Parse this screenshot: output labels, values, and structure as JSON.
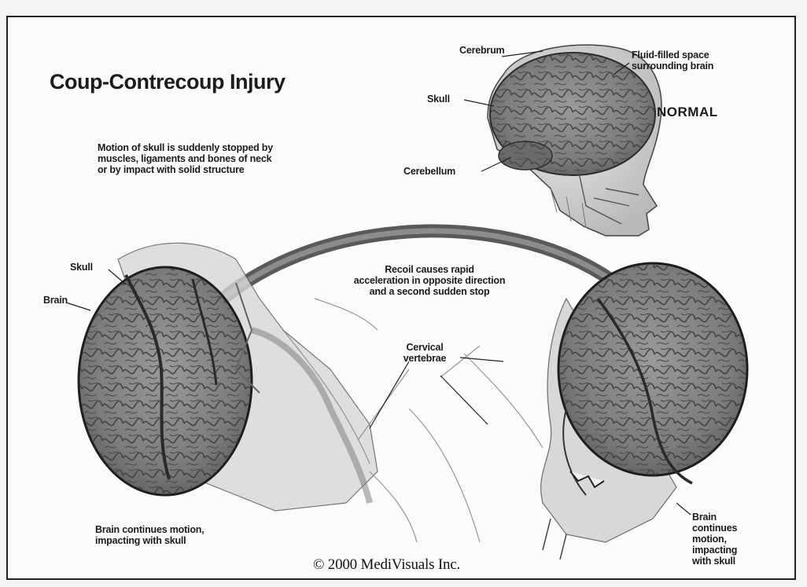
{
  "title": "Coup-Contrecoup Injury",
  "normal_label": "NORMAL",
  "normal_head": {
    "cerebrum": "Cerebrum",
    "skull": "Skull",
    "cerebellum": "Cerebellum",
    "fluid_space": [
      "Fluid-filled space",
      "surrounding brain"
    ]
  },
  "motion_note": [
    "Motion of skull is suddenly stopped by",
    "muscles, ligaments and bones of neck",
    "or by impact with solid structure"
  ],
  "recoil_note": [
    "Recoil causes rapid",
    "acceleration in opposite direction",
    "and a second sudden stop"
  ],
  "left_head": {
    "skull": "Skull",
    "brain": "Brain",
    "caption": [
      "Brain continues motion,",
      "impacting with skull"
    ]
  },
  "cervical_vertebrae": [
    "Cervical",
    "vertebrae"
  ],
  "right_head": {
    "caption": [
      "Brain",
      "continues",
      "motion,",
      "impacting",
      "with skull"
    ]
  },
  "copyright": "© 2000 MediVisuals Inc.",
  "colors": {
    "ink": "#1c1c1c",
    "brain_gray": "#8a8a88",
    "shadow_gray": "#6e6e6c",
    "paper": "#fbfbf9"
  }
}
